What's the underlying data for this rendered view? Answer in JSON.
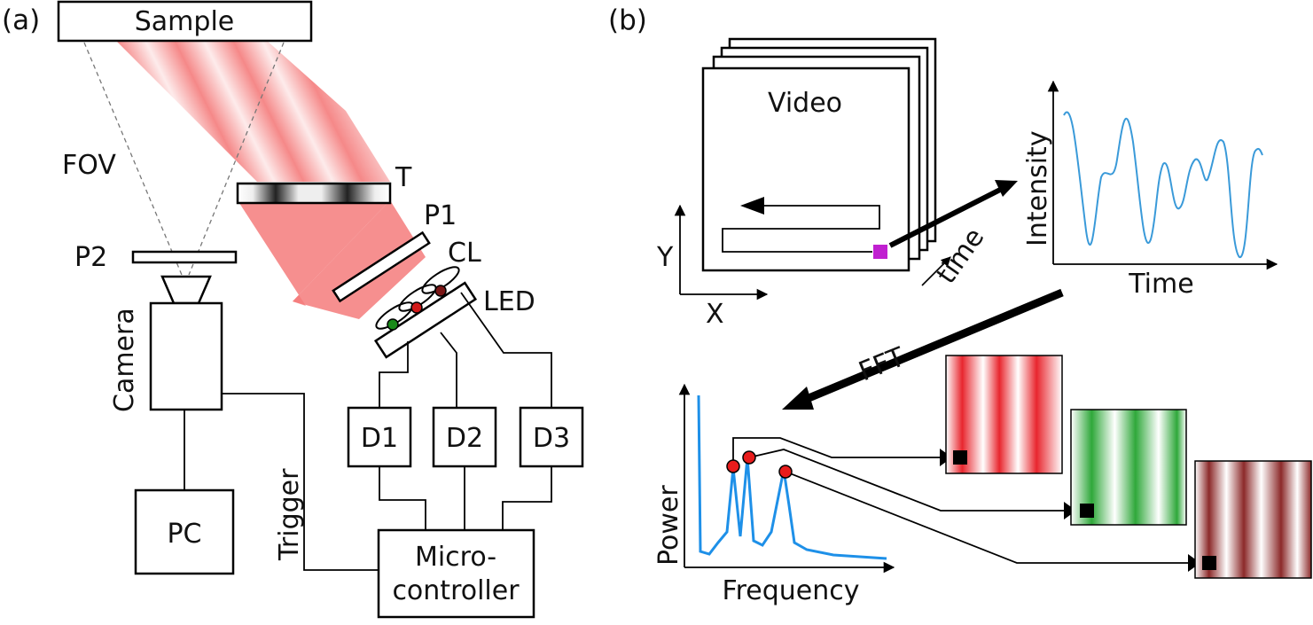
{
  "panels": {
    "a": {
      "tag": "(a)",
      "labels": {
        "sample": "Sample",
        "fov": "FOV",
        "t": "T",
        "p1": "P1",
        "p2": "P2",
        "cl": "CL",
        "led": "LED",
        "camera": "Camera",
        "trigger": "Trigger",
        "pc": "PC",
        "d1": "D1",
        "d2": "D2",
        "d3": "D3",
        "micro_line1": "Micro-",
        "micro_line2": "controller"
      },
      "colors": {
        "beam": "#f47b7b",
        "led_green": "#1a8a1a",
        "led_red": "#d11a1a",
        "led_darkred": "#7a1616"
      }
    },
    "b": {
      "tag": "(b)",
      "labels": {
        "video": "Video",
        "x_axis": "X",
        "y_axis": "Y",
        "time_arrow": "time",
        "intensity": "Intensity",
        "time_axis": "Time",
        "fft": "FFT",
        "power": "Power",
        "frequency": "Frequency"
      },
      "colors": {
        "signal": "#3a9ad9",
        "spectrum": "#1e90e8",
        "pixel": "#c020d0",
        "peak": "#e81c1c",
        "map_red": "#e8262e",
        "map_green": "#2fa83a",
        "map_darkred": "#8c2a2a"
      }
    }
  }
}
